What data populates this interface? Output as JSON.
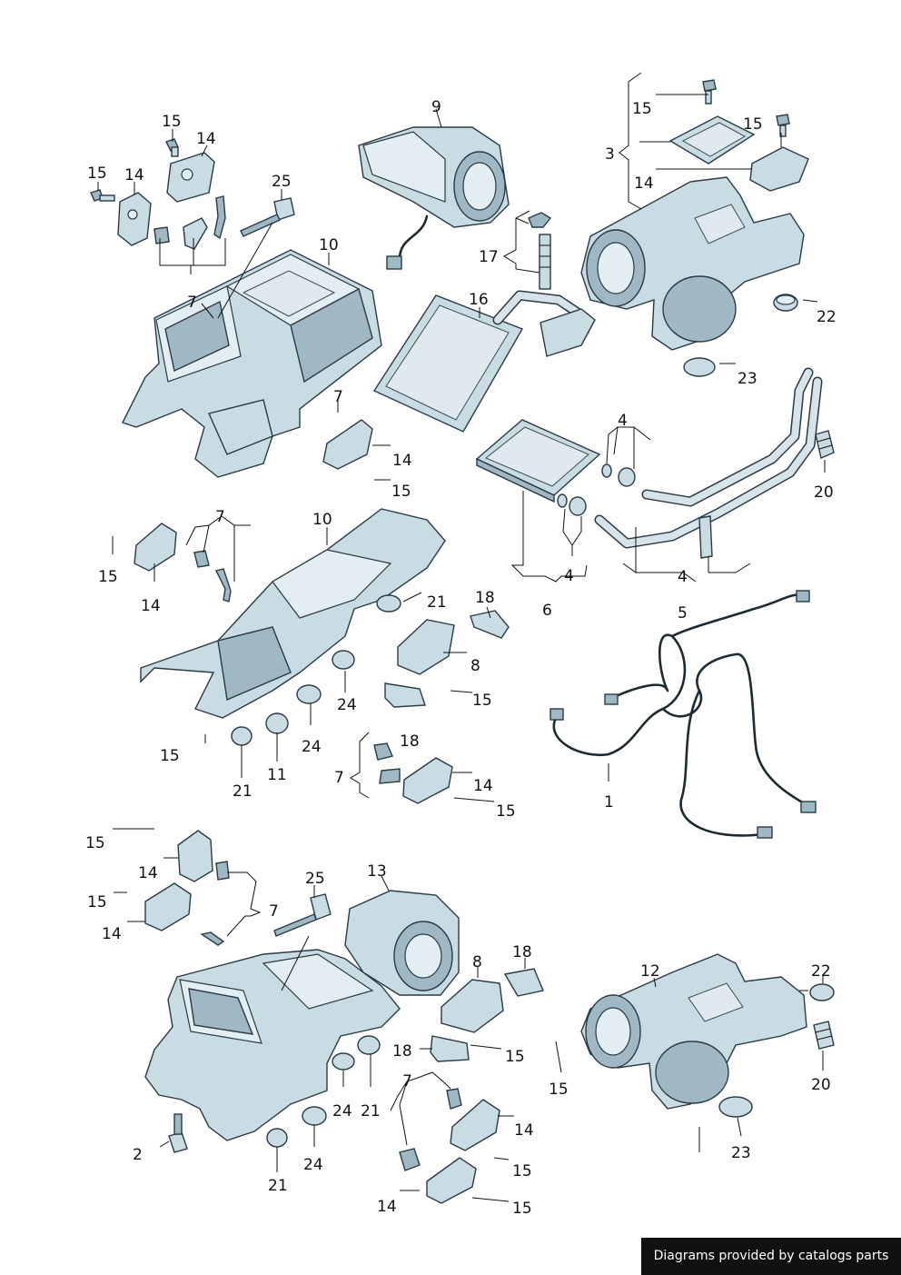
{
  "footer": {
    "credit": "Diagrams provided by catalogs parts"
  },
  "callouts": [
    {
      "id": "c-15-a",
      "text": "15"
    },
    {
      "id": "c-14-a",
      "text": "14"
    },
    {
      "id": "c-15-b",
      "text": "15"
    },
    {
      "id": "c-14-b",
      "text": "14"
    },
    {
      "id": "c-25-a",
      "text": "25"
    },
    {
      "id": "c-10-a",
      "text": "10"
    },
    {
      "id": "c-7-a",
      "text": "7"
    },
    {
      "id": "c-9",
      "text": "9"
    },
    {
      "id": "c-16",
      "text": "16"
    },
    {
      "id": "c-17",
      "text": "17"
    },
    {
      "id": "c-15-c",
      "text": "15"
    },
    {
      "id": "c-15-d",
      "text": "15"
    },
    {
      "id": "c-3",
      "text": "3"
    },
    {
      "id": "c-14-c",
      "text": "14"
    },
    {
      "id": "c-22-a",
      "text": "22"
    },
    {
      "id": "c-23-a",
      "text": "23"
    },
    {
      "id": "c-7-b",
      "text": "7"
    },
    {
      "id": "c-14-d",
      "text": "14"
    },
    {
      "id": "c-15-e",
      "text": "15"
    },
    {
      "id": "c-4-a",
      "text": "4"
    },
    {
      "id": "c-20-a",
      "text": "20"
    },
    {
      "id": "c-4-b",
      "text": "4"
    },
    {
      "id": "c-4-c",
      "text": "4"
    },
    {
      "id": "c-6",
      "text": "6"
    },
    {
      "id": "c-5",
      "text": "5"
    },
    {
      "id": "c-7-c",
      "text": "7"
    },
    {
      "id": "c-10-b",
      "text": "10"
    },
    {
      "id": "c-15-f",
      "text": "15"
    },
    {
      "id": "c-14-e",
      "text": "14"
    },
    {
      "id": "c-21-a",
      "text": "21"
    },
    {
      "id": "c-18-a",
      "text": "18"
    },
    {
      "id": "c-8-a",
      "text": "8"
    },
    {
      "id": "c-15-g",
      "text": "15"
    },
    {
      "id": "c-24-a",
      "text": "24"
    },
    {
      "id": "c-24-b",
      "text": "24"
    },
    {
      "id": "c-15-h",
      "text": "15"
    },
    {
      "id": "c-11",
      "text": "11"
    },
    {
      "id": "c-21-b",
      "text": "21"
    },
    {
      "id": "c-18-b",
      "text": "18"
    },
    {
      "id": "c-7-d",
      "text": "7"
    },
    {
      "id": "c-14-f",
      "text": "14"
    },
    {
      "id": "c-15-i",
      "text": "15"
    },
    {
      "id": "c-1",
      "text": "1"
    },
    {
      "id": "c-15-j",
      "text": "15"
    },
    {
      "id": "c-14-g",
      "text": "14"
    },
    {
      "id": "c-15-k",
      "text": "15"
    },
    {
      "id": "c-14-h",
      "text": "14"
    },
    {
      "id": "c-25-b",
      "text": "25"
    },
    {
      "id": "c-13",
      "text": "13"
    },
    {
      "id": "c-7-e",
      "text": "7"
    },
    {
      "id": "c-8-b",
      "text": "8"
    },
    {
      "id": "c-18-c",
      "text": "18"
    },
    {
      "id": "c-12",
      "text": "12"
    },
    {
      "id": "c-22-b",
      "text": "22"
    },
    {
      "id": "c-15-l",
      "text": "15"
    },
    {
      "id": "c-18-d",
      "text": "18"
    },
    {
      "id": "c-15-m",
      "text": "15"
    },
    {
      "id": "c-20-b",
      "text": "20"
    },
    {
      "id": "c-24-c",
      "text": "24"
    },
    {
      "id": "c-21-c",
      "text": "21"
    },
    {
      "id": "c-7-f",
      "text": "7"
    },
    {
      "id": "c-14-i",
      "text": "14"
    },
    {
      "id": "c-2",
      "text": "2"
    },
    {
      "id": "c-24-d",
      "text": "24"
    },
    {
      "id": "c-15-n",
      "text": "15"
    },
    {
      "id": "c-23-b",
      "text": "23"
    },
    {
      "id": "c-21-d",
      "text": "21"
    },
    {
      "id": "c-14-j",
      "text": "14"
    },
    {
      "id": "c-15-o",
      "text": "15"
    }
  ]
}
